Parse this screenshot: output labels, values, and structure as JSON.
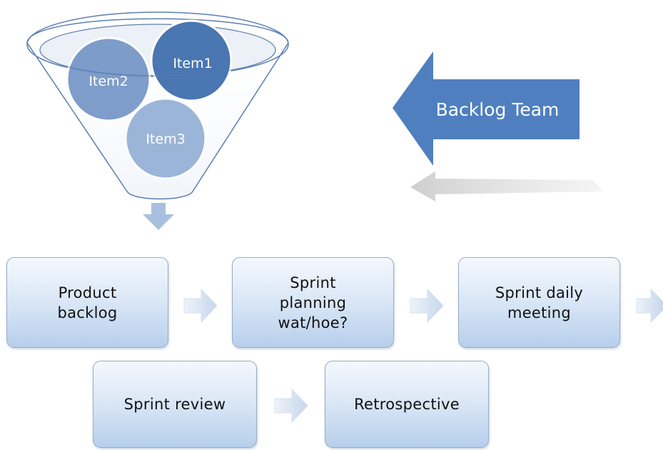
{
  "funnel": {
    "items": [
      {
        "label": "Item1",
        "color": "#4a76b1"
      },
      {
        "label": "Item2",
        "color": "#6d90c3"
      },
      {
        "label": "Item3",
        "color": "#9bb5d9"
      }
    ]
  },
  "callout": {
    "label": "Backlog Team",
    "color": "#4f7fbf"
  },
  "process": {
    "steps": [
      {
        "id": "product-backlog",
        "label": "Product\nbacklog"
      },
      {
        "id": "sprint-planning",
        "label": "Sprint\nplanning\nwat/hoe?"
      },
      {
        "id": "sprint-daily-meeting",
        "label": "Sprint daily\nmeeting"
      },
      {
        "id": "sprint-review",
        "label": "Sprint review"
      },
      {
        "id": "retrospective",
        "label": "Retrospective"
      }
    ]
  },
  "colors": {
    "box_top": "#f4f8fd",
    "box_bottom": "#b7cfec",
    "box_border": "#97acc4",
    "small_arrow": "#cfdcee",
    "down_arrow": "#a9bfdf",
    "funnel_outline": "#5b7fb3"
  }
}
